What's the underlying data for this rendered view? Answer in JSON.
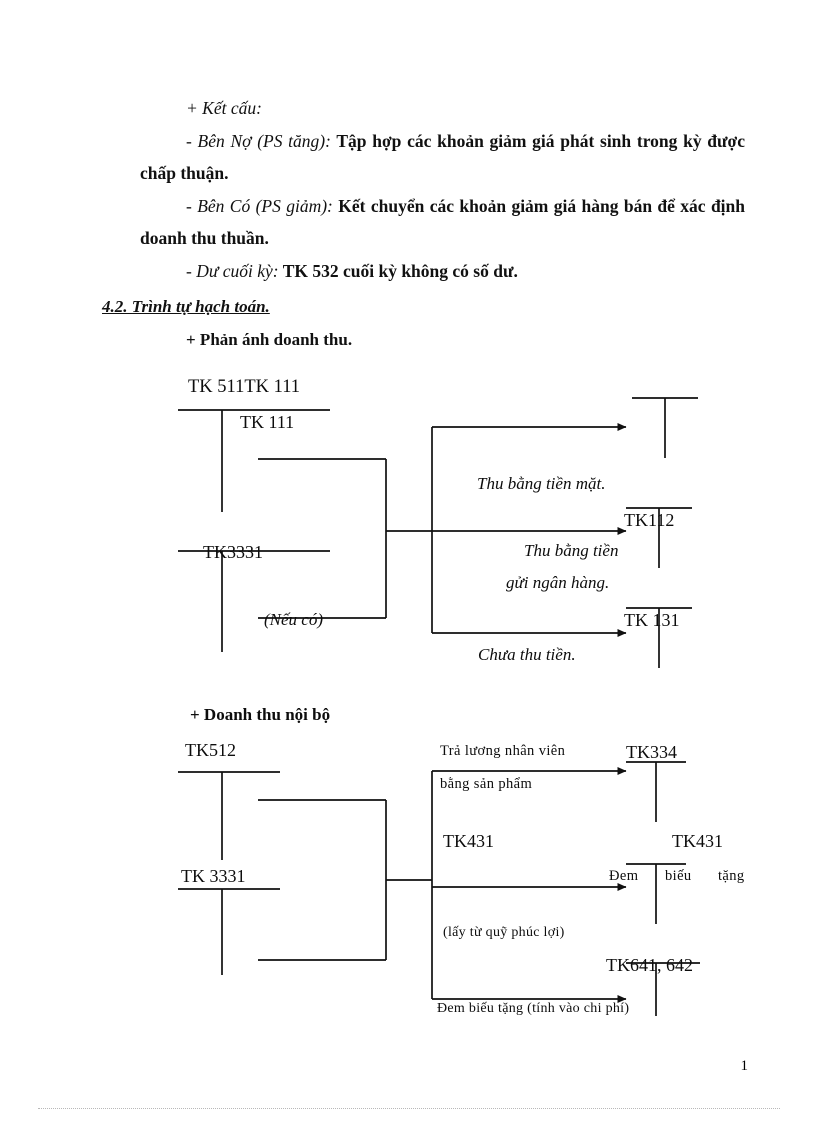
{
  "document": {
    "page_number": "1",
    "paragraphs": [
      {
        "id": "p1",
        "indent": true,
        "italic_lead": "+ Kết cấu:",
        "rest": ""
      },
      {
        "id": "p2",
        "indent": true,
        "italic_lead": "- Bên Nợ (PS tăng):",
        "rest": " Tập hợp các khoản giảm giá phát sinh trong kỳ được chấp thuận."
      },
      {
        "id": "p3",
        "indent": true,
        "italic_lead": "- Bên Có (PS giảm):",
        "rest": " Kết chuyển các khoản giảm giá hàng bán để xác định doanh thu thuần."
      },
      {
        "id": "p4",
        "indent": true,
        "italic_lead": "- Dư cuối kỳ:",
        "rest": " TK 532 cuối kỳ không có số dư."
      }
    ],
    "section_heading": "4.2. Trình tự hạch toán.",
    "subheading_1": "+ Phản ánh doanh thu.",
    "subheading_2": "+ Doanh thu nội bộ"
  },
  "diagram1": {
    "title": "TK 511TK 111",
    "left_accounts": [
      {
        "label": "TK 111"
      },
      {
        "label": "TK3331"
      }
    ],
    "note_neu_co": "(Nếu có)",
    "branches": [
      {
        "note": "Thu bằng tiền mặt.",
        "target": ""
      },
      {
        "note_line1": "Thu bằng tiền",
        "note_line2": "gửi ngân hàng.",
        "target": "TK112"
      },
      {
        "note": "Chưa thu tiền.",
        "target": "TK 131"
      }
    ]
  },
  "diagram2": {
    "left_accounts": [
      {
        "label": "TK512"
      },
      {
        "label": "TK 3331"
      }
    ],
    "branches": [
      {
        "note_line1": "Trả lương nhân viên",
        "note_line2": "bằng sản phẩm",
        "mid_label": "",
        "target": "TK334"
      },
      {
        "mid_label": "TK431",
        "note_left": "Đem",
        "note_mid": "biếu",
        "note_right": "tặng",
        "note_paren": "(lấy từ quỹ phúc lợi)",
        "target": "TK431"
      },
      {
        "note": "Đem biếu tặng (tính vào chi phí)",
        "target": "TK641, 642"
      }
    ]
  }
}
